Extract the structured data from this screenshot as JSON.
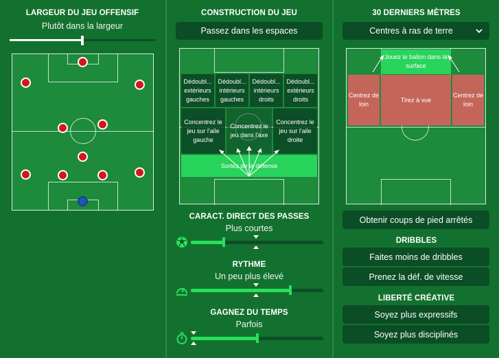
{
  "offensive_width": {
    "title": "LARGEUR DU JEU OFFENSIF",
    "value": "Plutôt dans la largeur",
    "slider_level": 0.5
  },
  "build_up": {
    "title": "CONSTRUCTION DU JEU",
    "selected": "Passez dans les espaces",
    "zones": {
      "overlap_left": "Dédoubl... extérieurs gauches",
      "underlap_left": "Dédoubl... intérieurs gauches",
      "underlap_right": "Dédoubl... intérieurs droits",
      "overlap_right": "Dédoubl... extérieurs droits",
      "focus_left": "Concentrez le jeu sur l'aile gauche",
      "focus_center": "Concentrez le jeu dans l'axe",
      "focus_right": "Concentrez le jeu sur l'aile droite",
      "play_out": "Sortez de la défense"
    },
    "passing_directness": {
      "title": "CARACT. DIRECT DES PASSES",
      "value": "Plus courtes",
      "level": 0.25,
      "icon": "football-icon"
    },
    "tempo": {
      "title": "RYTHME",
      "value": "Un peu plus élevé",
      "level": 0.75,
      "icon": "speedometer-icon"
    },
    "time_wasting": {
      "title": "GAGNEZ DU TEMPS",
      "value": "Parfois",
      "level": 0.5,
      "icon": "stopwatch-icon"
    }
  },
  "final_third": {
    "title": "30 DERNIERS MÈTRES",
    "selected": "Centres à ras de terre",
    "zones": {
      "work_into_box": "Jouez le ballon dans la surface",
      "cross_left": "Centrez de loin",
      "shoot_on_sight": "Tirez à vue",
      "cross_right": "Centrez de loin"
    },
    "set_pieces_button": "Obtenir coups de pied arrêtés",
    "dribbling": {
      "title": "DRIBBLES",
      "options": [
        "Faites moins de dribbles",
        "Prenez la déf. de vitesse"
      ]
    },
    "creative_freedom": {
      "title": "LIBERTÉ CRÉATIVE",
      "options": [
        "Soyez plus expressifs",
        "Soyez plus disciplinés"
      ]
    }
  },
  "colors": {
    "background": "#13712f",
    "pitch": "#1d8a3c",
    "button": "#0b4d25",
    "accent": "#28e05c",
    "player": "#d4161c",
    "goalkeeper": "#1f56b7",
    "highlight_red": "#c4655a"
  }
}
